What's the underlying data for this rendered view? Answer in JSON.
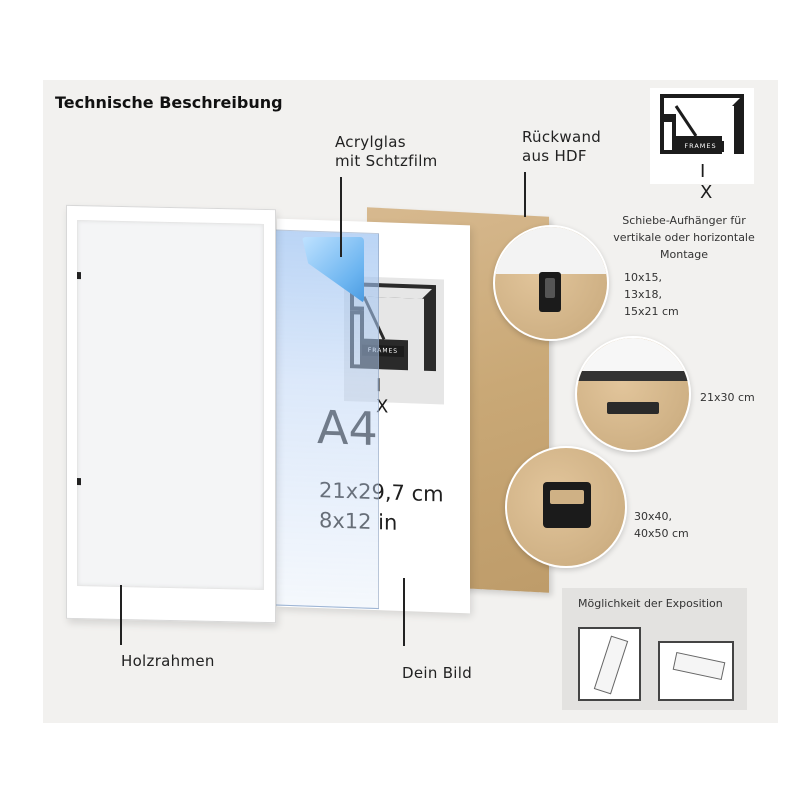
{
  "heading": "Technische Beschreibung",
  "brand": {
    "word": "FRAMES",
    "letters": "I X"
  },
  "labels": {
    "acrylic": [
      "Acrylglas",
      "mit Schtzfilm"
    ],
    "backboard": [
      "Rückwand",
      "aus HDF"
    ],
    "frame": "Holzrahmen",
    "picture": "Dein Bild"
  },
  "poster": {
    "format": "A4",
    "size_cm": "21x29,7 cm",
    "size_in": "8x12 in"
  },
  "hangers": {
    "title": [
      "Schiebe-Aufhänger für",
      "vertikale oder horizontale",
      "Montage"
    ],
    "sizes_small": [
      "10x15,",
      "13x18,",
      "15x21 cm"
    ],
    "sizes_medium": "21x30 cm",
    "sizes_large": [
      "30x40,",
      "40x50 cm"
    ]
  },
  "exposition": {
    "title": "Möglichkeit der Exposition"
  },
  "colors": {
    "panel": "#f2f1ef",
    "hdf": "#c9a876",
    "film": "#6bb4f0",
    "ink": "#222222"
  }
}
